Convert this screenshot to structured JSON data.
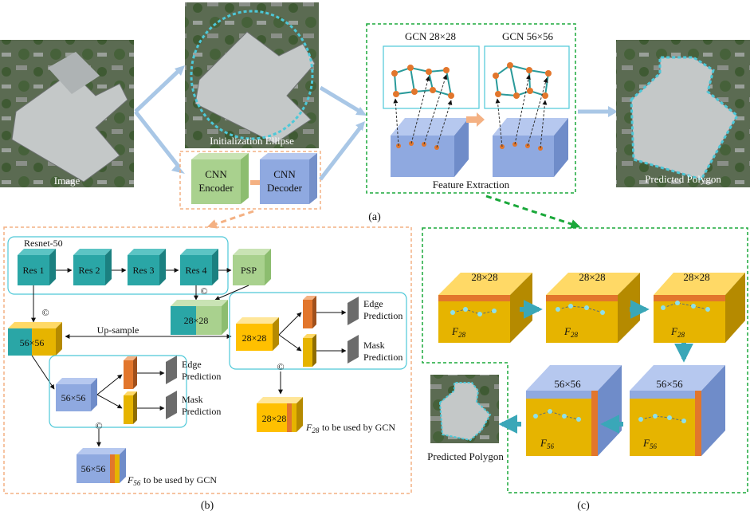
{
  "panel_a": {
    "image_label": "Image",
    "init_label": "Initialization Ellipse",
    "cnn_encoder_1": "CNN",
    "cnn_encoder_2": "Encoder",
    "cnn_decoder_1": "CNN",
    "cnn_decoder_2": "Decoder",
    "gcn_28": "GCN  28×28",
    "gcn_56": "GCN  56×56",
    "feature_extraction": "Feature Extraction",
    "predicted_label": "Predicted Polygon",
    "caption": "(a)"
  },
  "panel_b": {
    "resnet_title": "Resnet-50",
    "res1": "Res 1",
    "res2": "Res 2",
    "res3": "Res 3",
    "res4": "Res 4",
    "psp": "PSP",
    "concat_symbol": "©",
    "b28_label": "28×28",
    "b56_label": "56×56",
    "up_sample": "Up-sample",
    "edge_pred_1": "Edge",
    "edge_pred_2": "Prediction",
    "mask_pred_1": "Mask",
    "mask_pred_2": "Prediction",
    "f28_sym": "F",
    "f28_sub": "28",
    "f28_text": "to be used by GCN",
    "f56_sym": "F",
    "f56_sub": "56",
    "f56_text": "to be used by GCN",
    "caption": "(b)"
  },
  "panel_c": {
    "s28": "28×28",
    "s56": "56×56",
    "f_sym": "F",
    "f28_sub": "28",
    "f56_sub": "56",
    "predicted_label": "Predicted Polygon",
    "caption": "(c)"
  },
  "colors": {
    "teal": "#2aa6a6",
    "green": "#a9d18e",
    "blue": "#8fa9e0",
    "gold": "#e6b400",
    "orange": "#e2762c",
    "gray": "#6b6b6b",
    "arrow_blue": "#a9c7e6",
    "arrow_teal": "#3aa7b8",
    "dash_orange": "#f4b183",
    "dash_green": "#1aa83a",
    "polygon_cyan": "#4dc8d8"
  }
}
